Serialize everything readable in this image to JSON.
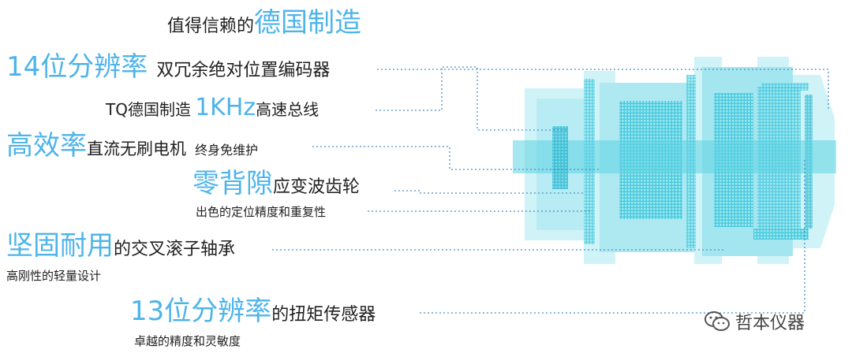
{
  "line1": {
    "dark": "值得信赖的",
    "hl": "德国制造"
  },
  "line2": {
    "hl": "14位分辨率",
    "dark": "双冗余绝对位置编码器"
  },
  "line3": {
    "dark_a": "TQ德国制造",
    "hl": "1KHz",
    "dark_b": "高速总线"
  },
  "line4": {
    "hl": "高效率",
    "dark": "直流无刷电机",
    "small": "终身免维护"
  },
  "line5": {
    "hl": "零背隙",
    "dark": "应变波齿轮",
    "sub": "出色的定位精度和重复性"
  },
  "line6": {
    "hl": "坚固耐用",
    "dark": "的交叉滚子轴承",
    "sub": "高刚性的轻量设计"
  },
  "line7": {
    "hl": "13位分辨率",
    "dark": "的扭矩传感器",
    "sub": "卓越的精度和灵敏度"
  },
  "watermark": {
    "text": "哲本仪器",
    "icon": "wechat-icon"
  },
  "colors": {
    "accent": "#4db4ea",
    "device_light": "#c6f1f7",
    "device_mid": "#7fe0ec",
    "device_dark": "#3fc6dc",
    "leader": "#4b8fc7"
  }
}
